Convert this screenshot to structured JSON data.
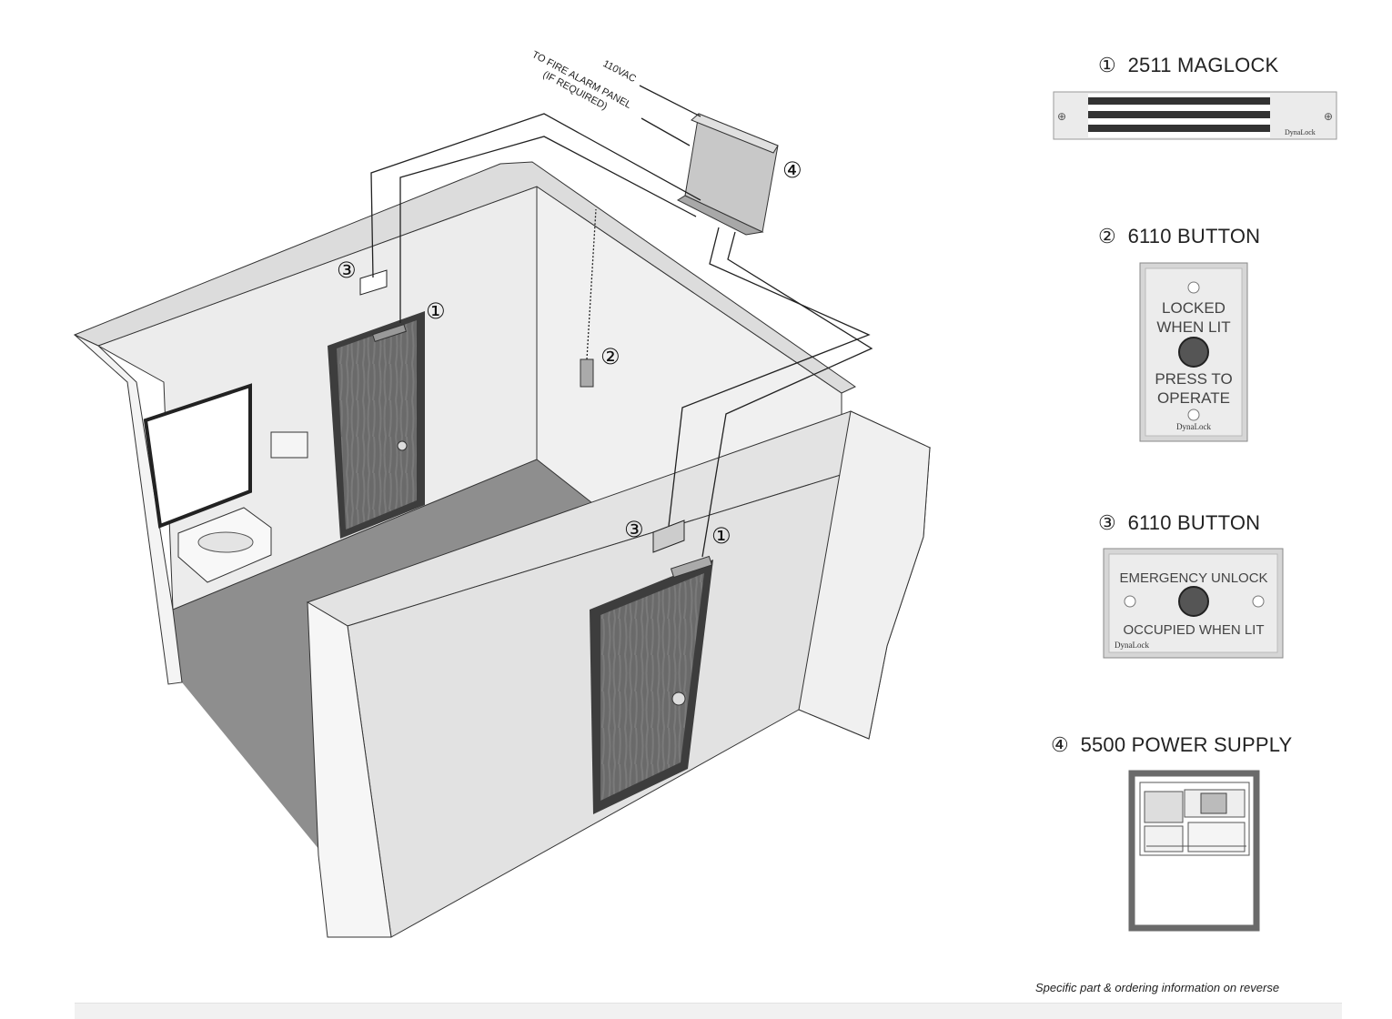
{
  "wiring_labels": {
    "ac_power": "110VAC",
    "fire_alarm_line1": "TO FIRE ALARM PANEL",
    "fire_alarm_line2": "(IF REQUIRED)"
  },
  "callouts": {
    "maglock": "①",
    "button_inside": "②",
    "button_outside": "③",
    "power_supply": "④"
  },
  "parts": [
    {
      "number": "①",
      "title": "2511 MAGLOCK",
      "brand": "DynaLock"
    },
    {
      "number": "②",
      "title": "6110 BUTTON",
      "text_top1": "LOCKED",
      "text_top2": "WHEN LIT",
      "text_bottom1": "PRESS TO",
      "text_bottom2": "OPERATE",
      "brand": "DynaLock"
    },
    {
      "number": "③",
      "title": "6110 BUTTON",
      "text_top": "EMERGENCY UNLOCK",
      "text_bottom": "OCCUPIED WHEN LIT",
      "brand": "DynaLock"
    },
    {
      "number": "④",
      "title": "5500 POWER SUPPLY"
    }
  ],
  "footer": {
    "note": "Specific part & ordering information on reverse"
  },
  "colors": {
    "wall_light": "#ececec",
    "wall_face": "#f7f7f7",
    "floor": "#8f8f8f",
    "door_wood": "#6a6a6a",
    "door_frame": "#3d3d3d",
    "line": "#222222"
  }
}
